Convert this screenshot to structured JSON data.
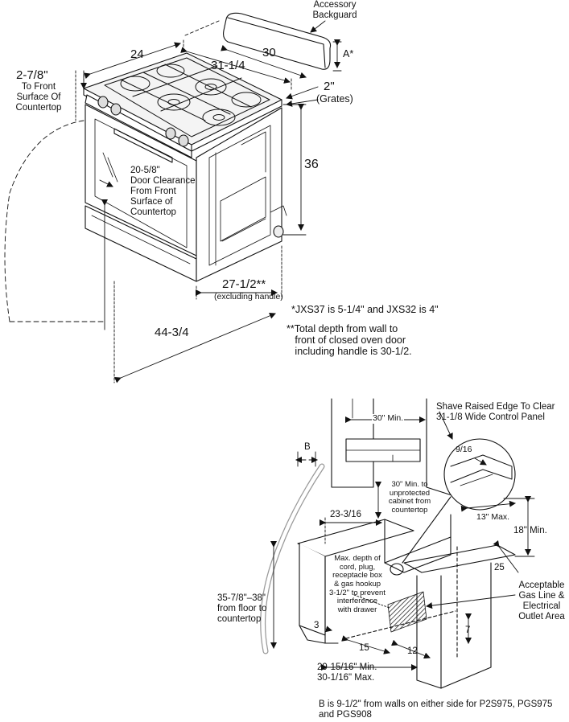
{
  "top": {
    "accessory_backguard": "Accessory\nBackguard",
    "a_star": "A*",
    "dim_24": "24",
    "dim_30": "30",
    "dim_31_1_4": "31-1/4",
    "dim_2_7_8": "2-7/8\"",
    "to_front_surface": "To Front\nSurface Of\nCountertop",
    "dim_2": "2\"",
    "grates": "(Grates)",
    "dim_36": "36",
    "door_clearance": "20-5/8\"\nDoor Clearance\nFrom Front\nSurface of\nCountertop",
    "dim_27_1_2": "27-1/2**",
    "excluding_handle": "(excluding handle)",
    "dim_44_3_4": "44-3/4",
    "note_jxs": "*JXS37 is 5-1/4\" and JXS32 is 4\"",
    "note_total_depth": "**Total depth from wall to\n   front of closed oven door\n   including handle is 30-1/2."
  },
  "bottom": {
    "shave_note": "Shave Raised Edge To Clear\n31-1/8 Wide Control Panel",
    "min_30": "30\" Min.",
    "b_label": "B",
    "dim_9_16": "9/16",
    "cabinet_note": "30\" Min. to\nunprotected\ncabinet from\ncountertop",
    "dim_23_3_16": "23-3/16",
    "max_13": "13\" Max.",
    "min_18": "18\" Min.",
    "dim_25": "25",
    "cord_note": "Max. depth of\ncord, plug,\nreceptacle box\n& gas hookup\n3-1/2\" to prevent\ninterference\nwith drawer",
    "gas_line_note": "Acceptable\nGas Line &\nElectrical\nOutlet Area",
    "floor_note": "35-7/8\"–38\"\nfrom floor to\ncountertop",
    "dim_3": "3",
    "dim_7": "7",
    "dim_15": "15",
    "dim_12": "12",
    "depth_range": "29-15/16\" Min.\n30-1/16\" Max.",
    "b_note": "B is 9-1/2\" from walls on either side for P2S975, PGS975\nand PGS908"
  }
}
